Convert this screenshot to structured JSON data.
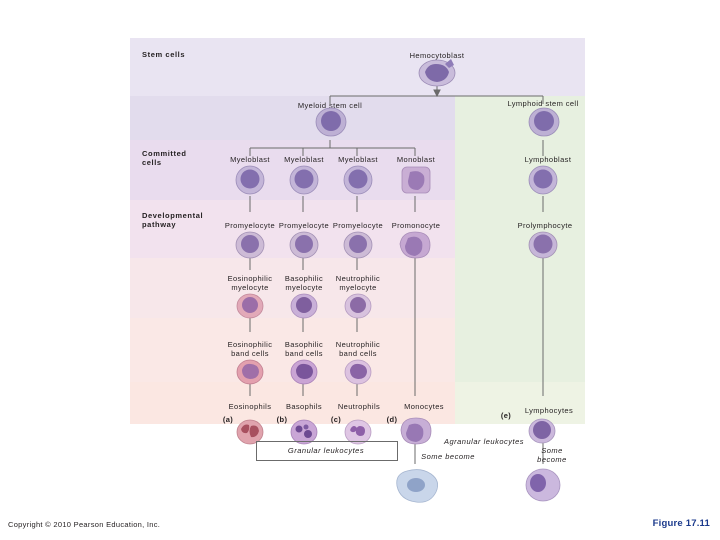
{
  "figure": {
    "number": "Figure 17.11",
    "copyright": "Copyright © 2010 Pearson Education, Inc."
  },
  "row_labels": [
    {
      "id": "stem-cells",
      "text": "Stem cells"
    },
    {
      "id": "committed-cells",
      "text": "Committed\ncells"
    },
    {
      "id": "developmental-pathway",
      "text": "Developmental\npathway"
    }
  ],
  "nodes": {
    "hemocytoblast": "Hemocytoblast",
    "myeloid_stem_cell": "Myeloid stem cell",
    "lymphoid_stem_cell": "Lymphoid stem cell",
    "committed": [
      "Myeloblast",
      "Myeloblast",
      "Myeloblast",
      "Monoblast",
      "Lymphoblast"
    ],
    "promyelocytes": [
      "Promyelocyte",
      "Promyelocyte",
      "Promyelocyte",
      "Promonocyte",
      "Prolymphocyte"
    ],
    "myelocytes": [
      "Eosinophilic\nmyelocyte",
      "Basophilic\nmyelocyte",
      "Neutrophilic\nmyelocyte"
    ],
    "band_cells": [
      "Eosinophilic\nband cells",
      "Basophilic\nband cells",
      "Neutrophilic\nband cells"
    ],
    "mature": [
      "Eosinophils",
      "Basophils",
      "Neutrophils",
      "Monocytes",
      "Lymphocytes"
    ]
  },
  "callouts": {
    "a": "(a)",
    "b": "(b)",
    "c": "(c)",
    "d": "(d)",
    "e": "(e)",
    "granular": "Granular leukocytes",
    "agranular": "Agranular leukocytes",
    "some_become_left": "Some become",
    "some_become_right": "Some\nbecome"
  },
  "colors": {
    "band_stem": "#e9e4f2",
    "band_committed": "#e9dcee",
    "band_developmental": "#f2e2ee",
    "band_granular": "#f7e7ea",
    "lymphoid_column": "#e7f0e0",
    "figure_number": "#1b3a8c",
    "text": "#231f20"
  }
}
